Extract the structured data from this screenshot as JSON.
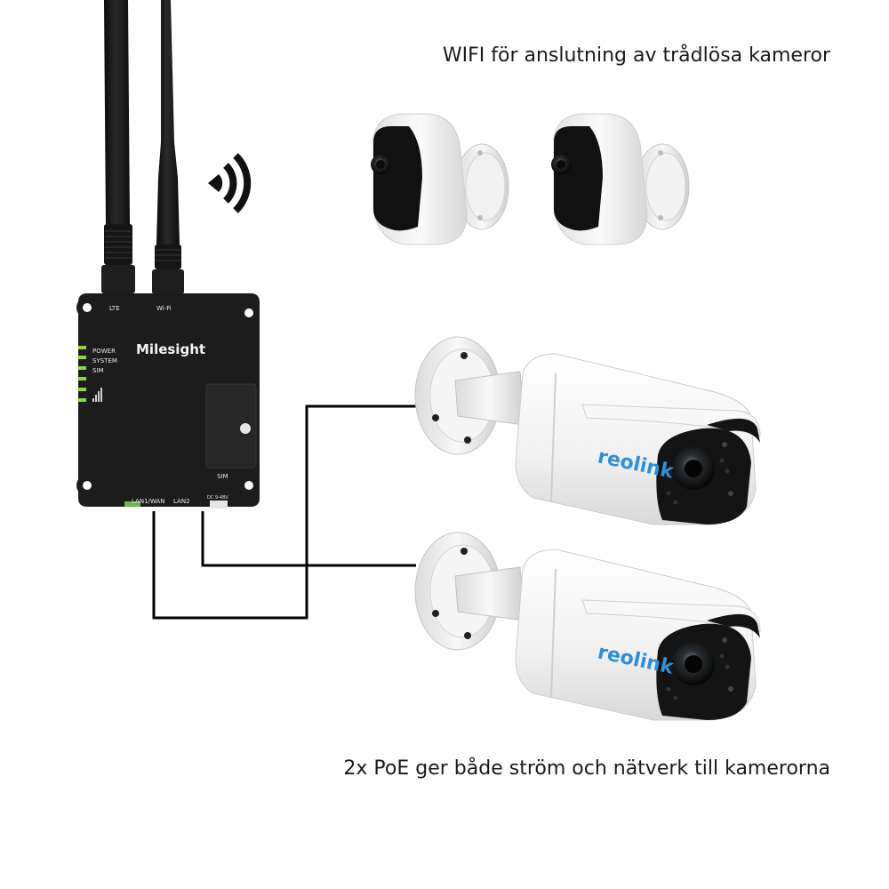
{
  "captions": {
    "wifi": "WIFI för anslutning av trådlösa kameror",
    "poe": "2x PoE ger både ström och nätverk till kamerorna"
  },
  "router": {
    "brand": "Milesight",
    "antenna_labels": {
      "lte": "LTE",
      "wifi": "Wi-Fi"
    },
    "led_labels": [
      "POWER",
      "SYSTEM",
      "SIM"
    ],
    "sim_label": "SIM",
    "port_labels": {
      "lan1": "LAN1/WAN",
      "lan2": "LAN2",
      "dc": "DC 9-48V"
    }
  },
  "cameras": {
    "brand": "reolink"
  },
  "colors": {
    "router_body": "#1c1c1c",
    "led": "#8cd43a",
    "cable": "#000000",
    "camera_white": "#f4f4f4",
    "camera_black": "#141414",
    "reolink_blue": "#2f8fd8"
  },
  "icons": {
    "wifi_signal": "wifi-signal-icon"
  }
}
